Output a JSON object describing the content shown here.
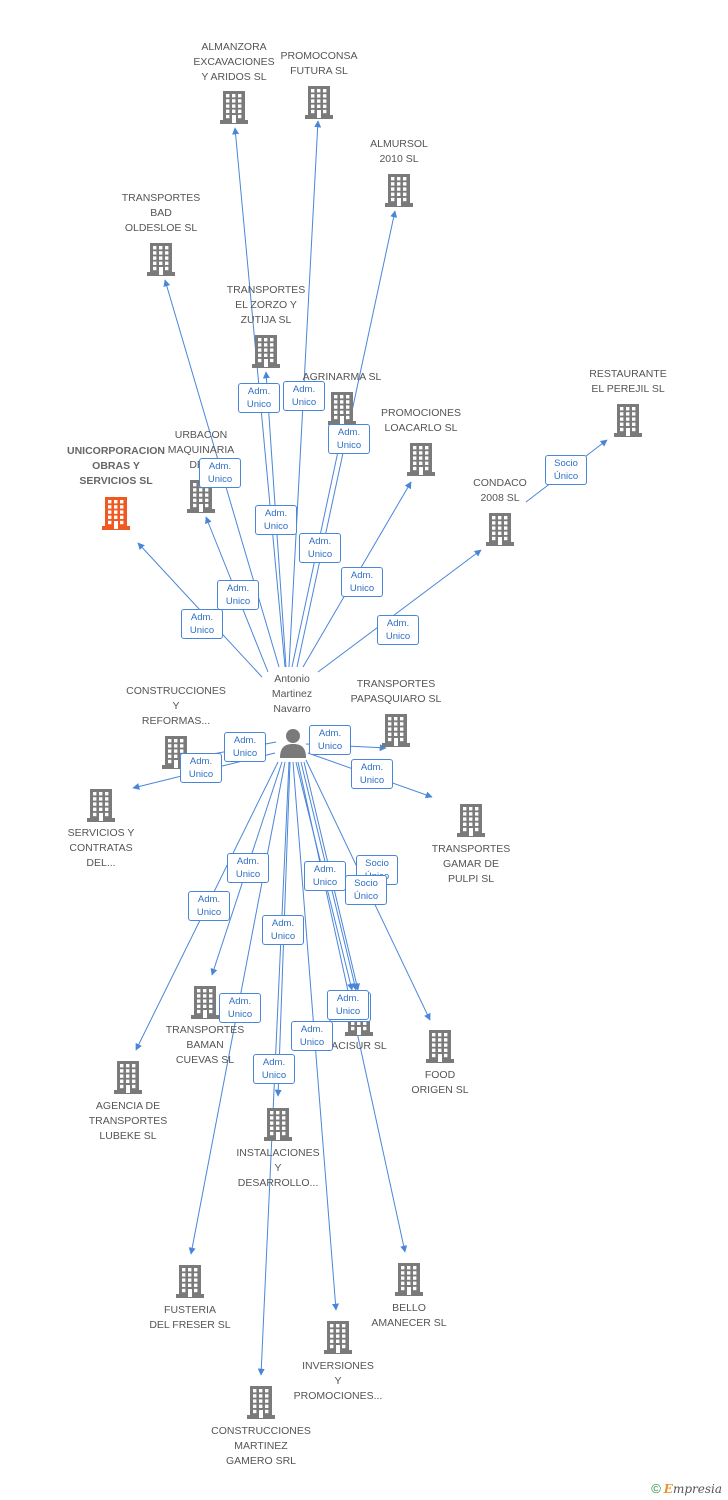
{
  "center": {
    "name": "Antonio\nMartinez\nNavarro"
  },
  "colors": {
    "edge": "#4a86d8",
    "building": "#7a7a7a",
    "focus": "#f05a22"
  },
  "brand": {
    "symbol": "©",
    "lead": "E",
    "rest": "mpresia"
  },
  "nodes": [
    {
      "id": "n1",
      "label": "ALMANZORA\nEXCAVACIONES\nY ARIDOS SL"
    },
    {
      "id": "n2",
      "label": "PROMOCONSA\nFUTURA SL"
    },
    {
      "id": "n3",
      "label": "ALMURSOL\n2010 SL"
    },
    {
      "id": "n4",
      "label": "TRANSPORTES\nBAD\nOLDESLOE SL"
    },
    {
      "id": "n5",
      "label": "TRANSPORTES\nEL ZORZO Y\nZUTIJA SL"
    },
    {
      "id": "n6",
      "label": "AGRINARMA SL"
    },
    {
      "id": "n7",
      "label": "PROMOCIONES\nLOACARLO SL"
    },
    {
      "id": "n8",
      "label": "RESTAURANTE\nEL PEREJIL  SL"
    },
    {
      "id": "n9",
      "label": "CONDACO\n2008 SL"
    },
    {
      "id": "n10",
      "label": "UNICORPORACION\nOBRAS Y\nSERVICIOS SL",
      "focus": true
    },
    {
      "id": "n11",
      "label": "URBACON\nMAQUINARIA\nDE..."
    },
    {
      "id": "n12",
      "label": "CONSTRUCCIONES\nY\nREFORMAS..."
    },
    {
      "id": "n13",
      "label": "TRANSPORTES\nPAPASQUIARO SL"
    },
    {
      "id": "n14",
      "label": "SERVICIOS Y\nCONTRATAS\nDEL..."
    },
    {
      "id": "n15",
      "label": "TRANSPORTES\nGAMAR DE\nPULPI SL"
    },
    {
      "id": "n16",
      "label": "TRANSPORTES\nBAMAN\nCUEVAS SL"
    },
    {
      "id": "n17",
      "label": "ACISUR SL"
    },
    {
      "id": "n18",
      "label": "FOOD\nORIGEN  SL"
    },
    {
      "id": "n19",
      "label": "AGENCIA DE\nTRANSPORTES\nLUBEKE SL"
    },
    {
      "id": "n20",
      "label": "INSTALACIONES\nY\nDESARROLLO..."
    },
    {
      "id": "n21",
      "label": "FUSTERIA\nDEL FRESER SL"
    },
    {
      "id": "n22",
      "label": "BELLO\nAMANECER SL"
    },
    {
      "id": "n23",
      "label": "INVERSIONES\nY\nPROMOCIONES..."
    },
    {
      "id": "n24",
      "label": "CONSTRUCCIONES\nMARTINEZ\nGAMERO SRL"
    }
  ],
  "edges": [
    {
      "id": "e1",
      "to": "n1",
      "label": "Adm.\nUnico"
    },
    {
      "id": "e2",
      "to": "n2",
      "label": "Adm.\nUnico"
    },
    {
      "id": "e3",
      "to": "n3",
      "label": "Adm.\nUnico"
    },
    {
      "id": "e4",
      "to": "n4",
      "label": "Adm.\nUnico"
    },
    {
      "id": "e5",
      "to": "n5",
      "label": "Adm.\nUnico"
    },
    {
      "id": "e6",
      "to": "n6",
      "label": "Adm.\nUnico"
    },
    {
      "id": "e7",
      "to": "n7",
      "label": "Adm.\nUnico"
    },
    {
      "id": "e8",
      "to": "n9",
      "label": "Adm.\nUnico"
    },
    {
      "id": "e9",
      "from": "n9",
      "to": "n8",
      "label": "Socio\nÚnico"
    },
    {
      "id": "e10",
      "to": "n10",
      "label": "Adm.\nUnico"
    },
    {
      "id": "e11",
      "to": "n11",
      "label": "Adm.\nUnico"
    },
    {
      "id": "e12",
      "to": "n12",
      "label": "Adm.\nUnico"
    },
    {
      "id": "e13",
      "to": "n14",
      "label": "Adm.\nUnico"
    },
    {
      "id": "e14",
      "to": "n13",
      "label": "Adm.\nUnico"
    },
    {
      "id": "e15",
      "to": "n15",
      "label": "Adm.\nUnico"
    },
    {
      "id": "e16",
      "to": "n16",
      "label": "Adm.\nUnico"
    },
    {
      "id": "e17",
      "to": "n17",
      "label": "Socio\nÚnico"
    },
    {
      "id": "e18",
      "to": "n18",
      "label": "Socio\nÚnico"
    },
    {
      "id": "e19",
      "to": "n19",
      "label": "Adm.\nUnico"
    },
    {
      "id": "e20",
      "to": "n20",
      "label": "Adm.\nUnico"
    },
    {
      "id": "e21",
      "to": "n21",
      "label": "Adm.\nUnico"
    },
    {
      "id": "e22",
      "to": "n22",
      "label": "Adm.\nUnico"
    },
    {
      "id": "e23",
      "to": "n23",
      "label": "Adm.\nUnico"
    },
    {
      "id": "e24",
      "to": "n24",
      "label": "Adm.\nUnico"
    },
    {
      "id": "e25",
      "to": "n17",
      "label": "Adm.\nUnico"
    },
    {
      "id": "e26",
      "to": "n17",
      "label": "Adm.\nUnico"
    }
  ]
}
